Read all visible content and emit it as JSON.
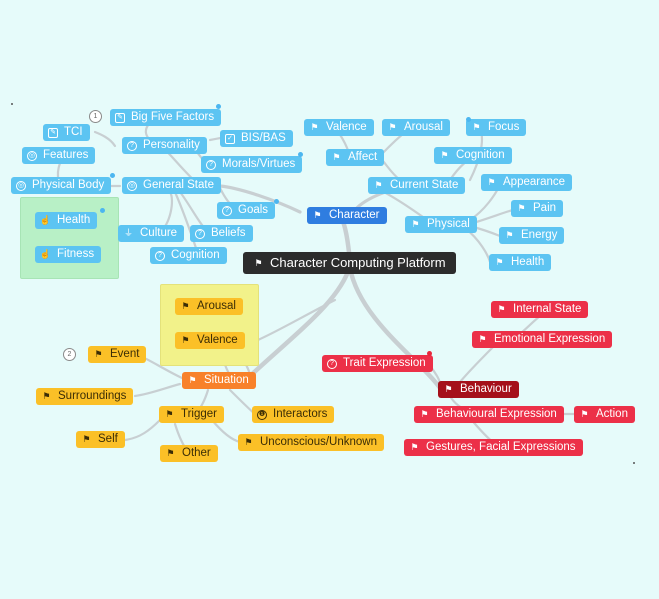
{
  "central": "Character Computing Platform",
  "nodes": {
    "big_five": "Big Five Factors",
    "tci": "TCI",
    "personality": "Personality",
    "bis_bas": "BIS/BAS",
    "features": "Features",
    "morals_virtues": "Morals/Virtues",
    "physical_body": "Physical Body",
    "general_state": "General State",
    "health_green": "Health",
    "fitness": "Fitness",
    "goals": "Goals",
    "culture": "Culture",
    "beliefs": "Beliefs",
    "cognition_left": "Cognition",
    "character": "Character",
    "valence_top": "Valence",
    "arousal_top": "Arousal",
    "focus": "Focus",
    "affect": "Affect",
    "cognition_right": "Cognition",
    "current_state": "Current State",
    "appearance": "Appearance",
    "physical": "Physical",
    "pain": "Pain",
    "energy": "Energy",
    "health_right": "Health",
    "arousal_yellow": "Arousal",
    "valence_yellow": "Valence",
    "event": "Event",
    "situation": "Situation",
    "surroundings": "Surroundings",
    "trigger": "Trigger",
    "interactors": "Interactors",
    "self": "Self",
    "other": "Other",
    "unconscious": "Unconscious/Unknown",
    "internal_state": "Internal State",
    "emotional_expression": "Emotional Expression",
    "trait_expression": "Trait Expression",
    "behaviour": "Behaviour",
    "behavioural_expression": "Behavioural Expression",
    "action": "Action",
    "gestures": "Gestures, Facial Expressions"
  },
  "badges": {
    "top": "1",
    "left": "2"
  },
  "colors": {
    "background": "#e6fbfa",
    "blue": "#5cc4f2",
    "character_blue": "#2f7de0",
    "yellow": "#fbc027",
    "orange": "#f8812a",
    "red": "#ec3048",
    "dark_red": "#a5101a",
    "central": "#2c2c2c",
    "group_green": "#b8f0c6",
    "group_yellow": "#f2f28a"
  }
}
